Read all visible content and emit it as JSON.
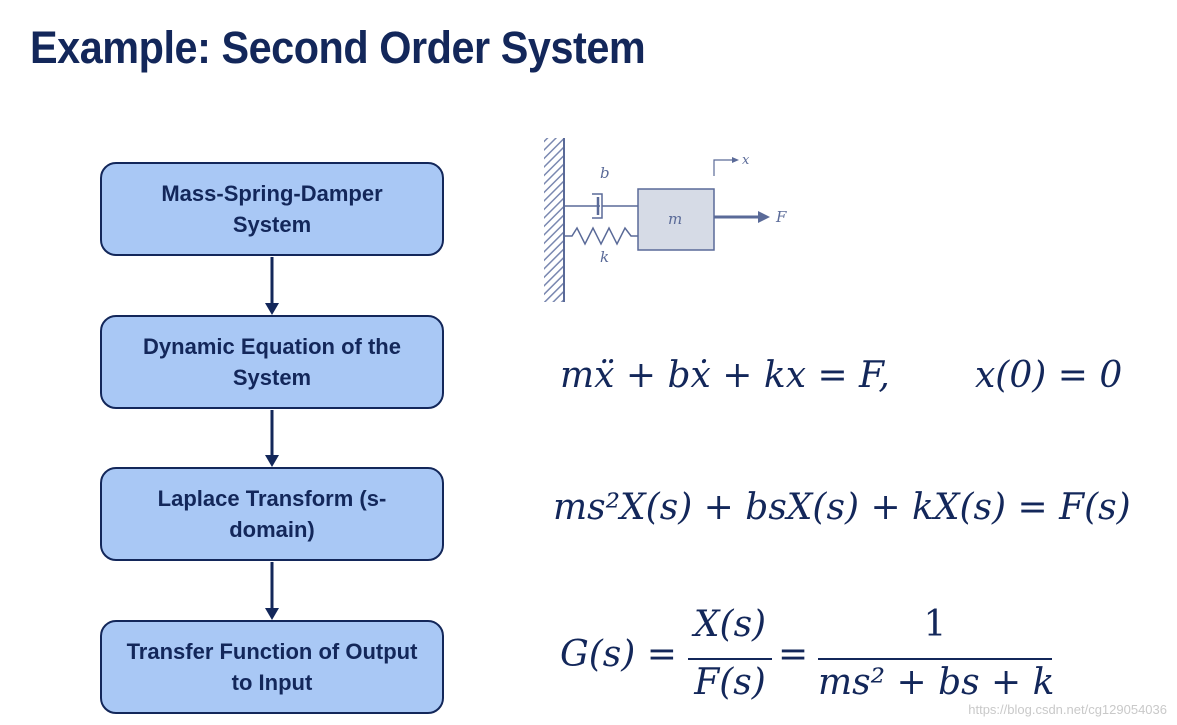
{
  "title": "Example: Second Order System",
  "flow": [
    {
      "label": "Mass-Spring-Damper\nSystem"
    },
    {
      "label": "Dynamic Equation of the\nSystem"
    },
    {
      "label": "Laplace Transform (s-\ndomain)"
    },
    {
      "label": "Transfer Function of Output\nto Input"
    }
  ],
  "diagram": {
    "damper": "b",
    "spring": "k",
    "mass": "m",
    "force": "F",
    "displacement": "x"
  },
  "eq1": {
    "lhs": "mẍ + bẋ + kx = F,",
    "ic": "x(0) = 0"
  },
  "eq2": {
    "lhs": "ms²X(s) + bsX(s) + kX(s) = F(s)"
  },
  "eq3": {
    "g": "G(s) =",
    "num1": "X(s)",
    "den1": "F(s)",
    "eqsign": "=",
    "num2": "1",
    "den2": "ms² + bs + k"
  },
  "watermark": "https://blog.csdn.net/cg129054036",
  "colors": {
    "navy": "#13275a",
    "box_fill": "#a9c8f5",
    "mass_fill": "#d6dbe6",
    "diagram_ink": "#5a6a98"
  }
}
